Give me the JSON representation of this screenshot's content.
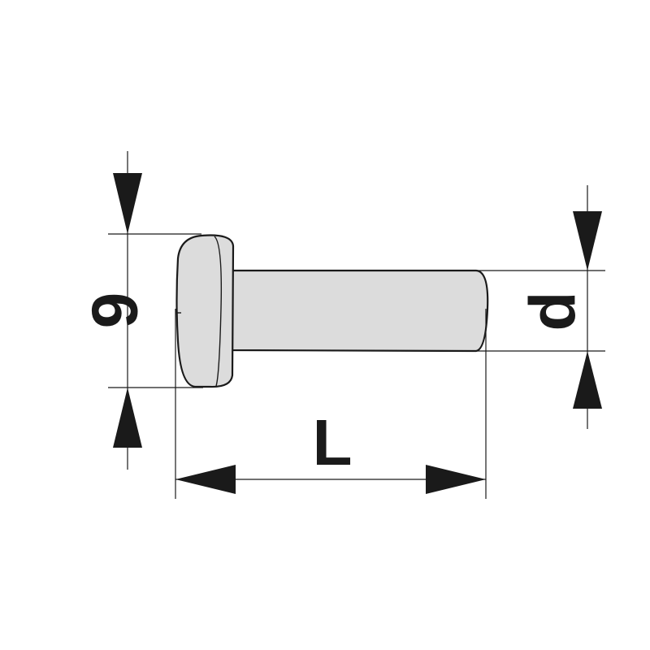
{
  "diagram": {
    "labels": {
      "head_height": "9",
      "length": "L",
      "diameter": "d"
    },
    "colors": {
      "part_fill": "#dcdcdc",
      "outline": "#1a1a1a",
      "dimension_line": "#1a1a1a",
      "background": "#ffffff"
    }
  }
}
